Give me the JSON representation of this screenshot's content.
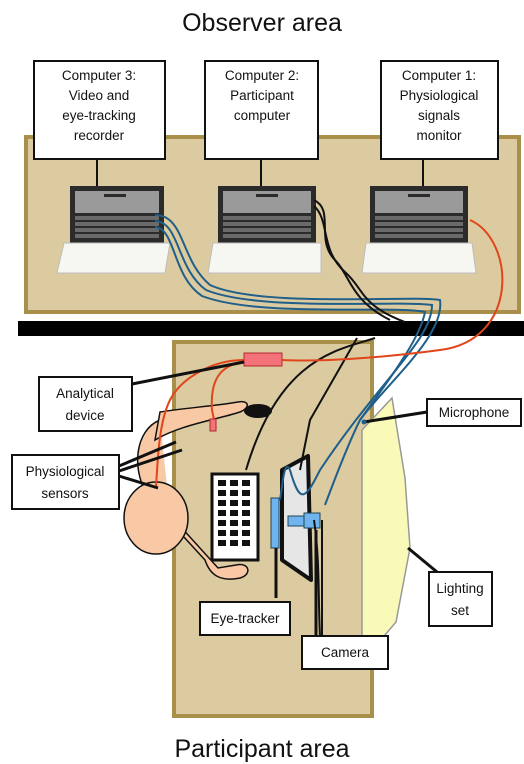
{
  "areas": {
    "observer": "Observer area",
    "participant": "Participant area"
  },
  "computers": {
    "c3": [
      "Computer 3:",
      "Video and",
      "eye-tracking",
      "recorder"
    ],
    "c2": [
      "Computer 2:",
      "Participant",
      "computer"
    ],
    "c1": [
      "Computer 1:",
      "Physiological",
      "signals",
      "monitor"
    ]
  },
  "labels": {
    "analytical": [
      "Analytical",
      "device"
    ],
    "physio": [
      "Physiological",
      "sensors"
    ],
    "microphone": [
      "Microphone"
    ],
    "lighting": [
      "Lighting",
      "set"
    ],
    "eyetracker": [
      "Eye-tracker"
    ],
    "camera": [
      "Camera"
    ]
  },
  "colors": {
    "table": "#dccba0",
    "table_border": "#a8904a",
    "cable_teal": "#1f5f8a",
    "cable_red": "#e0451c",
    "cable_black": "#111111",
    "skin": "#f9c9a6",
    "lighting": "#fafab8",
    "analytical_device": "#f4737a",
    "eyetracker": "#6fb4ee"
  }
}
